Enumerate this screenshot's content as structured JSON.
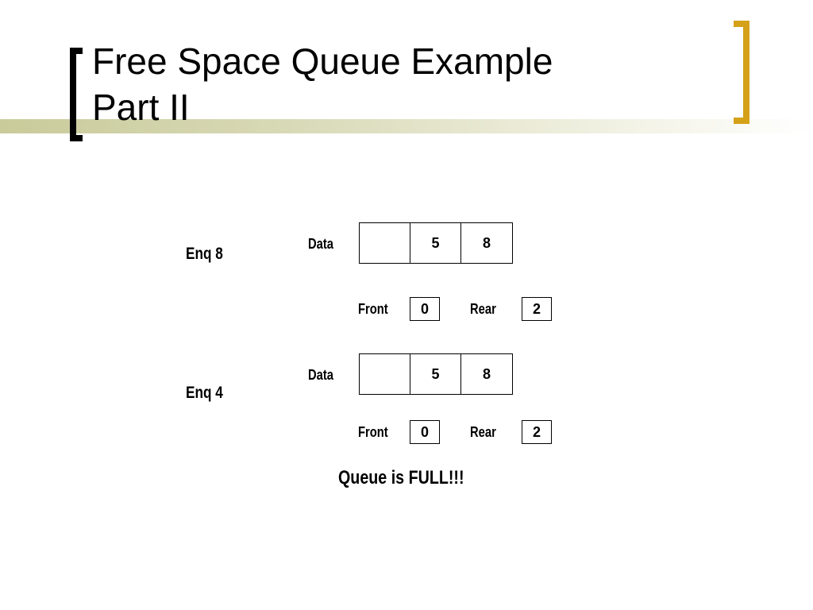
{
  "slide": {
    "title": "Free Space Queue Example\nPart II"
  },
  "colors": {
    "right_bracket": "#d4a118",
    "left_bracket": "#000000",
    "title_band": "#c9cb9a"
  },
  "steps": [
    {
      "operation": "Enq 8",
      "data_label": "Data",
      "cells": [
        "",
        "5",
        "8"
      ],
      "front_label": "Front",
      "front_value": "0",
      "rear_label": "Rear",
      "rear_value": "2"
    },
    {
      "operation": "Enq 4",
      "data_label": "Data",
      "cells": [
        "",
        "5",
        "8"
      ],
      "front_label": "Front",
      "front_value": "0",
      "rear_label": "Rear",
      "rear_value": "2"
    }
  ],
  "message": "Queue is FULL!!!"
}
